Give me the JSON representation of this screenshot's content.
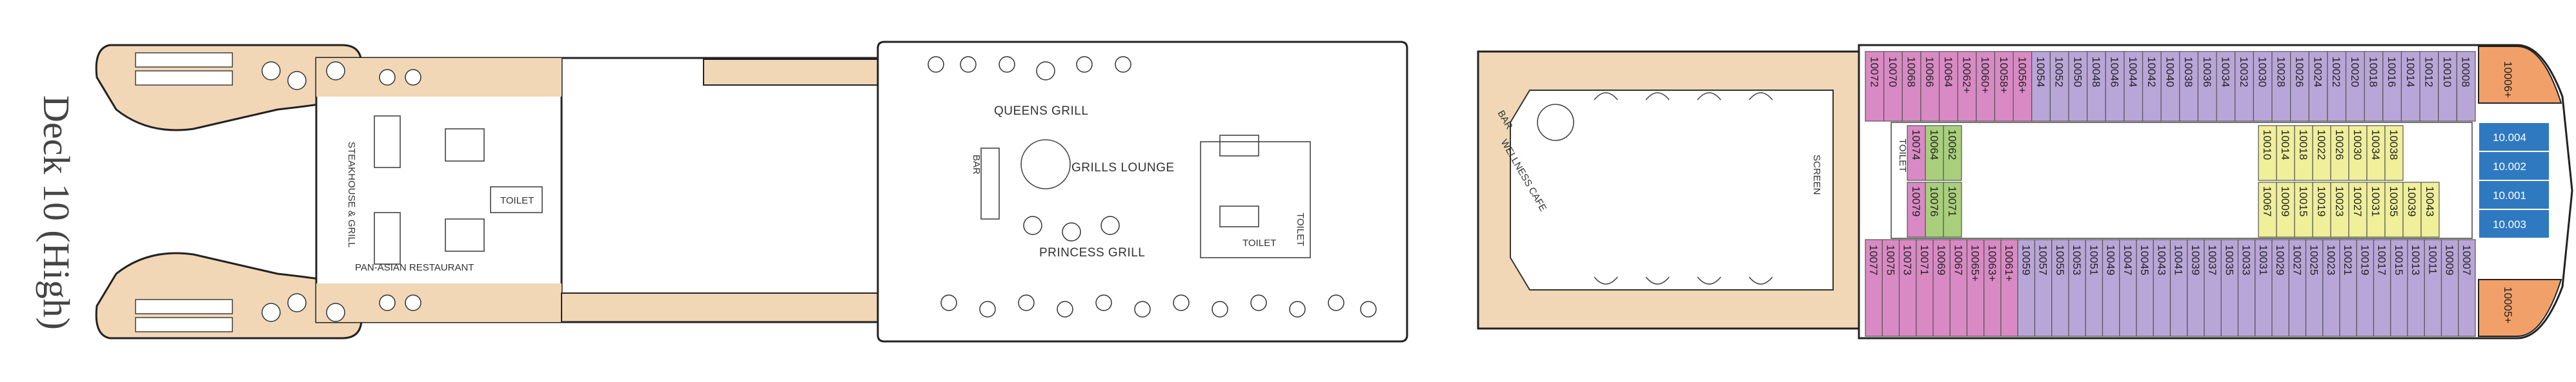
{
  "deck": {
    "title": "Deck 10 (High)"
  },
  "colors": {
    "deck_wood": "#f1d7b6",
    "hull_stroke": "#222222",
    "cabin_purple": "#b9a6d8",
    "cabin_pink": "#d98ac4",
    "cabin_green": "#a9cf7c",
    "cabin_yellow": "#f0ef9a",
    "suite_blue": "#2f79c1",
    "suite_orange": "#f2a06a"
  },
  "areas": {
    "steakhouse_grill": "STEAKHOUSE & GRILL",
    "pan_asian_restaurant": "PAN-ASIAN RESTAURANT",
    "toilet_aft": "TOILET",
    "queens_grill": "QUEENS GRILL",
    "bar": "BAR",
    "grills_lounge": "GRILLS LOUNGE",
    "princess_grill": "PRINCESS GRILL",
    "toilet_mid": "TOILET",
    "toilet_mid_2": "TOILET",
    "wellness_cafe": "WELLNESS CAFE",
    "bar_2": "BAR",
    "screen": "SCREEN",
    "toilet_fwd": "TOILET"
  },
  "cabins": {
    "top_row": [
      "10072",
      "10070",
      "10068",
      "10066",
      "10064",
      "10062+",
      "10060+",
      "10058+",
      "10056+",
      "10054",
      "10052",
      "10050",
      "10048",
      "10046",
      "10044",
      "10042",
      "10040",
      "10038",
      "10036",
      "10034",
      "10032",
      "10030",
      "10028",
      "10026",
      "10024",
      "10022",
      "10020",
      "10018",
      "10016",
      "10014",
      "10012",
      "10010",
      "10008"
    ],
    "bottom_row": [
      "10077",
      "10075",
      "10073",
      "10071",
      "10069",
      "10067",
      "10065+",
      "10063+",
      "10061+",
      "10059",
      "10057",
      "10055",
      "10053",
      "10051",
      "10049",
      "10047",
      "10045",
      "10043",
      "10041",
      "10039",
      "10037",
      "10035",
      "10033",
      "10031",
      "10029",
      "10027",
      "10025",
      "10023",
      "10021",
      "10019",
      "10017",
      "10015",
      "10013",
      "10011",
      "10009",
      "10007"
    ],
    "middle_upper": [
      "10074",
      "10064",
      "10062",
      "10010",
      "10014",
      "10018",
      "10022",
      "10026",
      "10030",
      "10034",
      "10038"
    ],
    "middle_lower": [
      "10079",
      "10076",
      "10071",
      "10067",
      "10009",
      "10015",
      "10019",
      "10023",
      "10027",
      "10031",
      "10035",
      "10039",
      "10043"
    ],
    "suites": [
      "10.004",
      "10.002",
      "10.001",
      "10.003"
    ],
    "bow_top": "10006+",
    "bow_bottom": "10005+"
  }
}
